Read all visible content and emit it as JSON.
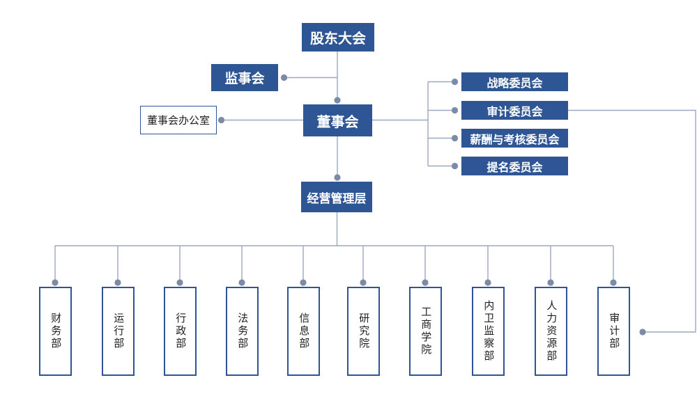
{
  "chart_type": "org-chart",
  "colors": {
    "node_fill": "#2f5694",
    "node_text": "#ffffff",
    "outline_border": "#2f5496",
    "outline_text": "#1f1f1f",
    "connector_line": "#9aa7bf",
    "connector_dot": "#7b8aa6",
    "background": "#ffffff"
  },
  "nodes": {
    "shareholders_meeting": {
      "label": "股东大会"
    },
    "supervisory_board": {
      "label": "监事会"
    },
    "board_of_directors": {
      "label": "董事会"
    },
    "board_office": {
      "label": "董事会办公室"
    },
    "management_team": {
      "label": "经营管理层"
    }
  },
  "committees": [
    {
      "label": "战略委员会"
    },
    {
      "label": "审计委员会"
    },
    {
      "label": "薪酬与考核委员会"
    },
    {
      "label": "提名委员会"
    }
  ],
  "departments": [
    {
      "label": "财务部"
    },
    {
      "label": "运行部"
    },
    {
      "label": "行政部"
    },
    {
      "label": "法务部"
    },
    {
      "label": "信息部"
    },
    {
      "label": "研究院"
    },
    {
      "label": "工商学院"
    },
    {
      "label": "内卫监察部"
    },
    {
      "label": "人力资源部"
    },
    {
      "label": "审计部"
    }
  ],
  "edges": [
    {
      "from": "股东大会",
      "to": "董事会"
    },
    {
      "from": "股东大会",
      "to": "监事会"
    },
    {
      "from": "董事会",
      "to": "董事会办公室"
    },
    {
      "from": "董事会",
      "to": "战略委员会"
    },
    {
      "from": "董事会",
      "to": "审计委员会"
    },
    {
      "from": "董事会",
      "to": "薪酬与考核委员会"
    },
    {
      "from": "董事会",
      "to": "提名委员会"
    },
    {
      "from": "董事会",
      "to": "经营管理层"
    },
    {
      "from": "经营管理层",
      "to": "财务部"
    },
    {
      "from": "经营管理层",
      "to": "运行部"
    },
    {
      "from": "经营管理层",
      "to": "行政部"
    },
    {
      "from": "经营管理层",
      "to": "法务部"
    },
    {
      "from": "经营管理层",
      "to": "信息部"
    },
    {
      "from": "经营管理层",
      "to": "研究院"
    },
    {
      "from": "经营管理层",
      "to": "工商学院"
    },
    {
      "from": "经营管理层",
      "to": "内卫监察部"
    },
    {
      "from": "经营管理层",
      "to": "人力资源部"
    },
    {
      "from": "经营管理层",
      "to": "审计部"
    },
    {
      "from": "审计委员会",
      "to": "审计部"
    }
  ]
}
